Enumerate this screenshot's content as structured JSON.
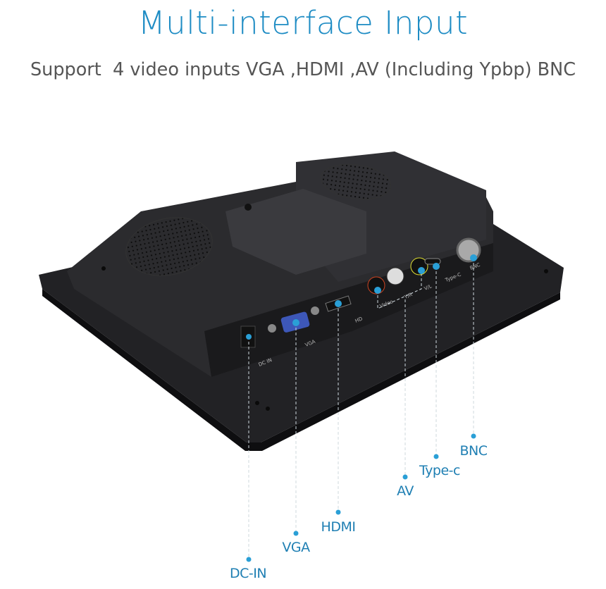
{
  "header": {
    "title": "Multi-interface Input",
    "subtitle": "Support  4 video inputs VGA ,HDMI ,AV (Including Ypbp) BNC"
  },
  "device_port_markings": [
    "DC  IN",
    "VGA",
    "HD",
    "Video",
    "Y/R",
    "V/L",
    "Type-C",
    "BNC"
  ],
  "callouts": [
    {
      "label": "DC-IN"
    },
    {
      "label": "VGA"
    },
    {
      "label": "HDMI"
    },
    {
      "label": "AV"
    },
    {
      "label": "Type-c"
    },
    {
      "label": "BNC"
    }
  ],
  "colors": {
    "accent": "#1e8cc4",
    "callout_dot": "#2a9fd6",
    "device": "#1c1c1e"
  }
}
